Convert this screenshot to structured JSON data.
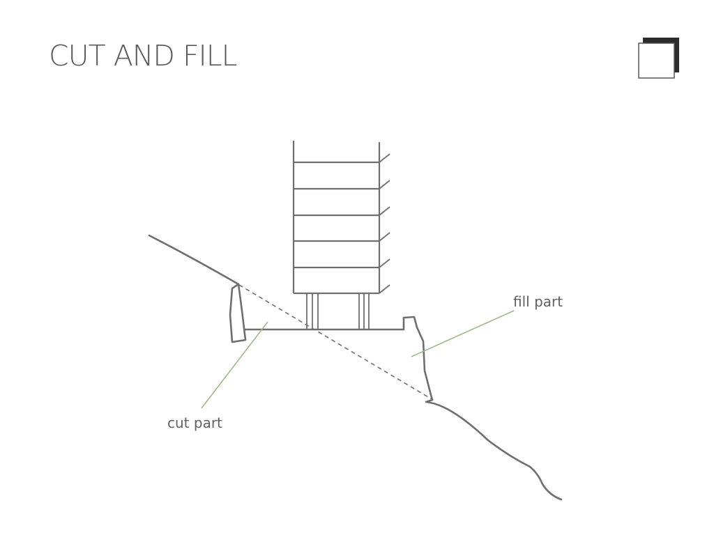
{
  "page": {
    "title": "CUT AND FILL"
  },
  "logo": {
    "icon": "corner-frame-logo",
    "color": "#2b2b2b"
  },
  "diagram": {
    "line_color": "#6e6e6e",
    "leader_color": "#9db88a",
    "labels": {
      "fill": "fill part",
      "cut": "cut part"
    },
    "floor_count": 6
  }
}
